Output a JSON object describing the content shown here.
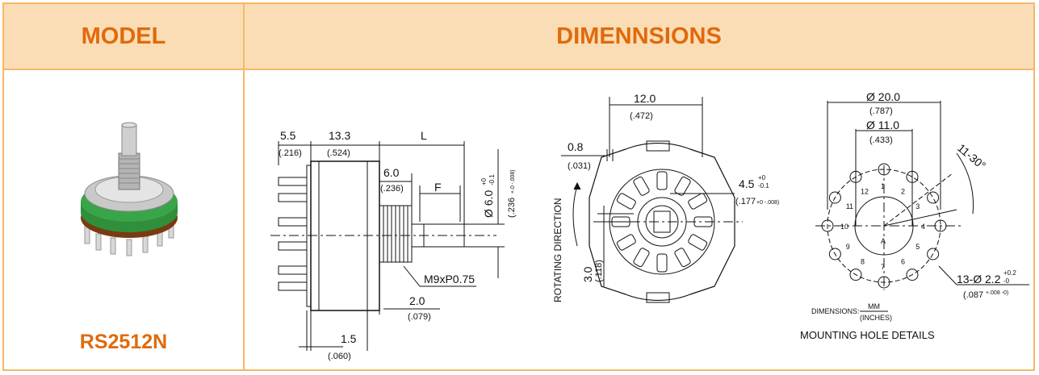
{
  "header": {
    "model": "MODEL",
    "dimensions": "DIMENNSIONS"
  },
  "model_name": "RS2512N",
  "side_view": {
    "d_5_5": "5.5",
    "d_216": "(.216)",
    "d_13_3": "13.3",
    "d_524": "(.524)",
    "d_L": "L",
    "d_6_0": "6.0",
    "d_236": "(.236)",
    "d_F": "F",
    "d_dia": "Ø 6.0",
    "d_dia_tol_hi": "+0",
    "d_dia_tol_lo": "-0.1",
    "d_dia_in": "(.236",
    "d_dia_in_tol": "+.0 -.008)",
    "thread": "M9xP0.75",
    "d_2_0": "2.0",
    "d_079": "(.079)",
    "d_1_5": "1.5",
    "d_060": "(.060)"
  },
  "front_view": {
    "d_12_0": "12.0",
    "d_472": "(.472)",
    "d_0_8": "0.8",
    "d_031": "(.031)",
    "rot_label": "ROTATING DIRECTION",
    "d_4_5": "4.5",
    "d_4_5_tol_hi": "+0",
    "d_4_5_tol_lo": "-0.1",
    "d_177": "(.177",
    "d_177_tol": "+0 -.008)",
    "d_3_0": "3.0",
    "d_118": "(.118)"
  },
  "mount_view": {
    "d_20_0": "Ø 20.0",
    "d_787": "(.787)",
    "d_11_0": "Ø 11.0",
    "d_433": "(.433)",
    "angle": "11-30°",
    "holes": "13-Ø 2.2",
    "holes_tol_hi": "+0.2",
    "holes_tol_lo": "-0",
    "holes_in": "(.087",
    "holes_in_tol": "+.008 -0)",
    "hole_labels": [
      "1",
      "2",
      "3",
      "4",
      "5",
      "6",
      "7",
      "8",
      "9",
      "10",
      "11",
      "12",
      "A"
    ],
    "units_label": "DIMENSIONS:",
    "units_mm": "MM",
    "units_in": "(INCHES)",
    "caption": "MOUNTING HOLE DETAILS"
  },
  "colors": {
    "header_bg": "#fbddb5",
    "border": "#f5b86a",
    "accent": "#e06a0c",
    "pcb_green": "#2f8f3a",
    "base_brown": "#7a3a12"
  }
}
